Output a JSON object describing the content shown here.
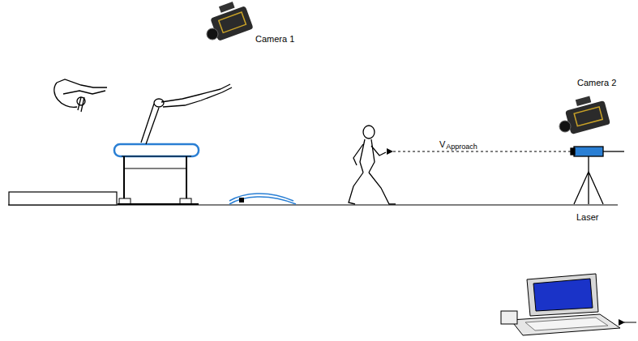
{
  "diagram": {
    "labels": [
      "Camera 1",
      "Camera 2",
      "V",
      "Approach",
      "Laser"
    ]
  }
}
